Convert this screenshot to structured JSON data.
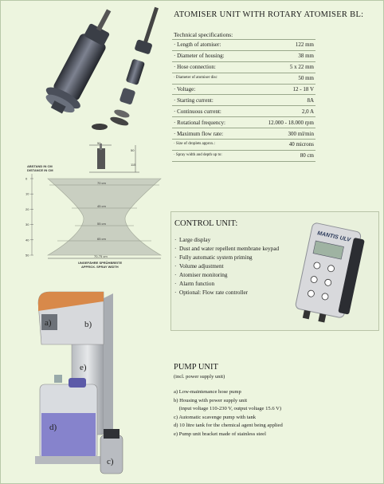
{
  "atomiser": {
    "title": "ATOMISER UNIT WITH ROTARY ATOMISER BL:",
    "spec_heading": "Technical specifications:",
    "specs": [
      {
        "label": "· Length of atomiser:",
        "value": "122 mm",
        "small": false
      },
      {
        "label": "· Diameter of housing:",
        "value": "38 mm",
        "small": false
      },
      {
        "label": "· Hose connection:",
        "value": "5 x 22 mm",
        "small": false
      },
      {
        "label": "· Diameter of atomiser disc",
        "value": "50 mm",
        "small": true
      },
      {
        "label": "· Voltage:",
        "value": "12 - 18 V",
        "small": false
      },
      {
        "label": "· Starting current:",
        "value": "8A",
        "small": false
      },
      {
        "label": "· Continuous current:",
        "value": "2,0 A",
        "small": false
      },
      {
        "label": "· Rotational frequency:",
        "value": "12.000 - 18.000 rpm",
        "small": false
      },
      {
        "label": "· Maximum flow rate:",
        "value": "300 ml/min",
        "small": false
      },
      {
        "label": "· Size of droplets approx.:",
        "value": "40 microns",
        "small": true
      },
      {
        "label": "· Spray width and depth up to:",
        "value": "80 cm",
        "small": true
      }
    ]
  },
  "spray_diagram": {
    "header_line1": "ABSTAND IN CM",
    "header_line2": "DISTANCE IN CM",
    "distance_ticks": [
      "0",
      "10",
      "20",
      "30",
      "40",
      "50"
    ],
    "widths": [
      "70 cm",
      "45 cm",
      "55 cm",
      "65 cm"
    ],
    "bottom_width": "70-75 cm",
    "caption1": "UNGEFÄHRE SPRÜHBREITE",
    "caption2": "APPROX. SPRAY WIDTH",
    "dim_top": "50",
    "dim_side1": "50",
    "dim_side2": "115"
  },
  "control": {
    "title": "CONTROL UNIT:",
    "features": [
      "Large display",
      "Dust and water repellent membrane keypad",
      "Fully automatic system priming",
      "Volume adjustment",
      "Atomiser monitoring",
      "Alarm function",
      "Optional: Flow rate controller"
    ],
    "device_brand": "MANTIS ULV"
  },
  "pump": {
    "title": "PUMP UNIT",
    "subtitle": "(incl. power supply unit)",
    "items": [
      "a) Low-maintenance hose pump",
      "b) Housing with power supply unit",
      "    (input voltage 110-230 V, output voltage 15.6 V)",
      "c) Automatic scavenge pump with tank",
      "d) 10 litre tank for the chemical agent being applied",
      "e) Pump unit bracket made of stainless steel"
    ],
    "labels": {
      "a": "a)",
      "b": "b)",
      "c": "c)",
      "d": "d)",
      "e": "e)"
    }
  }
}
